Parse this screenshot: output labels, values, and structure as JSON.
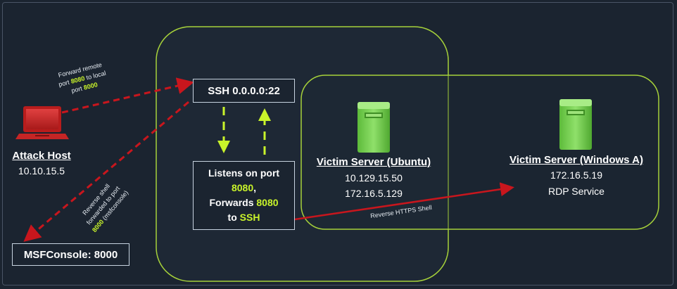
{
  "attack_host": {
    "title": "Attack Host",
    "ip": "10.10.15.5",
    "icon": "laptop-icon"
  },
  "msf_box": {
    "label": "MSFConsole: 8000"
  },
  "ssh_box": {
    "label": "SSH 0.0.0.0:22"
  },
  "listen_box": {
    "line1": "Listens on port",
    "port": "8080",
    "comma": ",",
    "line3_a": "Forwards ",
    "port2": "8080",
    "line4_a": "to ",
    "ssh": "SSH"
  },
  "ubuntu": {
    "title": "Victim Server (Ubuntu)",
    "ip1": "10.129.15.50",
    "ip2": "172.16.5.129",
    "icon": "server-icon"
  },
  "windows": {
    "title": "Victim Server (Windows A)",
    "ip": "172.16.5.19",
    "service": "RDP Service",
    "icon": "server-icon"
  },
  "labels": {
    "forward_remote_1": "Forward remote",
    "forward_remote_2a": "port ",
    "forward_remote_port": "8080",
    "forward_remote_2b": " to local",
    "forward_remote_3a": "port ",
    "forward_remote_local_port": "8000",
    "reverse_1": "Reverse shell",
    "reverse_2": "forwarded to port",
    "reverse_port": "8000",
    "reverse_3b": " (msfconsole)",
    "https_shell": "Reverse HTTPS Shell"
  },
  "colors": {
    "background": "#1b2430",
    "accent_green": "#c9f42a",
    "zone_border": "#a6d13a",
    "arrow_red": "#c8161d",
    "server_green": "#7ed957"
  }
}
